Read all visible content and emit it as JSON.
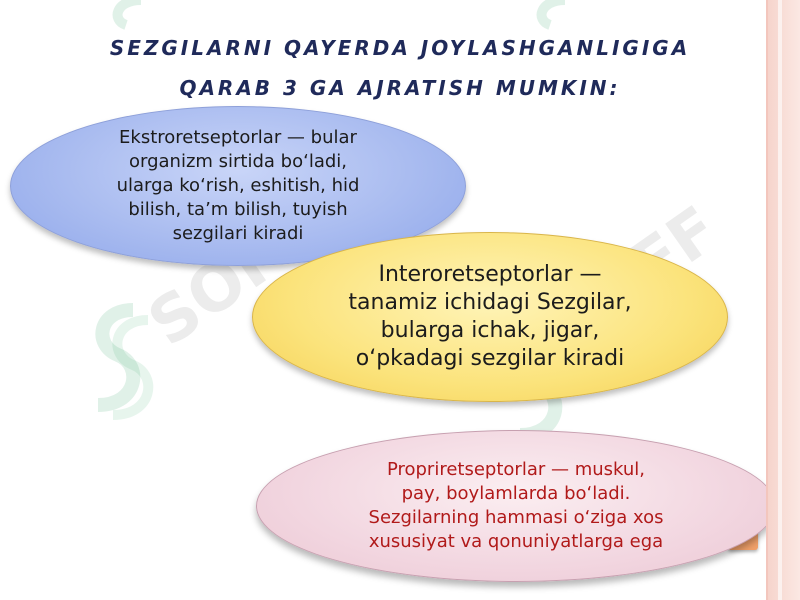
{
  "slide": {
    "title_line1": "Sezgilarni qayerda joylashganligiga",
    "title_line2": "qarab 3 ga ajratish mumkin:",
    "ellipses": [
      {
        "lines": [
          "Ekstroretseptorlar — bular",
          "organizm sirtida bo‘ladi,",
          "ularga ko‘rish, eshitish, hid",
          "bilish, ta’m bilish, tuyish",
          "sezgilari kiradi"
        ]
      },
      {
        "lines": [
          "Interoretseptorlar —",
          "tanamiz ichidagi Sezgilar,",
          "bularga ichak, jigar,",
          "o‘pkadagi sezgilar kiradi"
        ]
      },
      {
        "lines": [
          "Propriretseptorlar — muskul,",
          "pay, boylamlarda bo‘ladi.",
          "Sezgilarning hammasi o‘ziga xos",
          "xususiyat va qonuniyatlarga ega"
        ]
      }
    ]
  },
  "watermark": {
    "text": "SOFF"
  },
  "colors": {
    "title": "#1f2a5a",
    "ellipse1_fill": "#a6b9ef",
    "ellipse2_fill": "#fbe37b",
    "ellipse3_fill": "#f2d6e0",
    "ellipse3_text": "#b11a1a",
    "accent_orange": "#f0a06a"
  }
}
